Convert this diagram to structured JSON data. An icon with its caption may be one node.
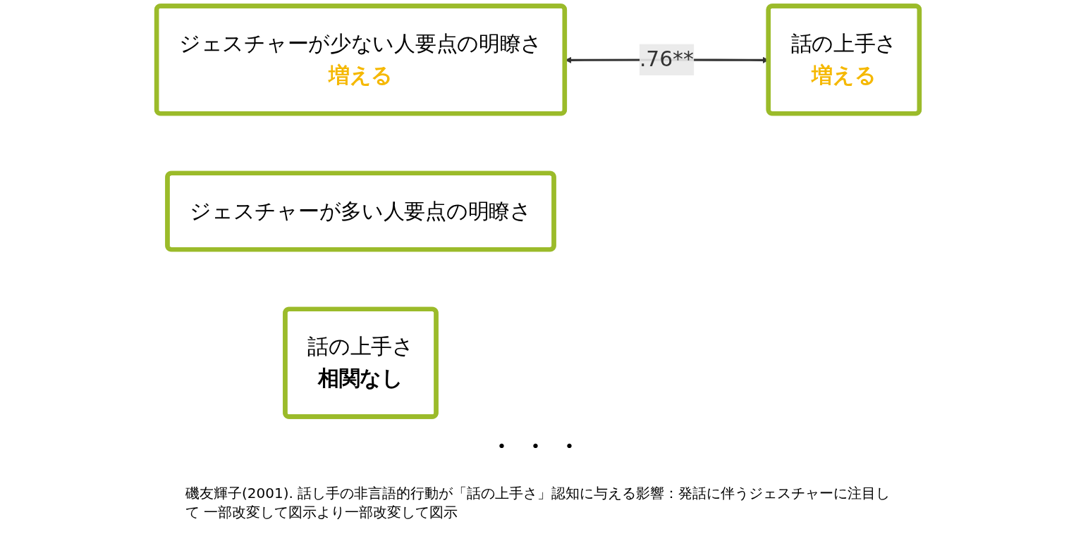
{
  "diagram": {
    "caption": "磯友輝子(2001). 話し手の非言語的行動が「話の上手さ」認知に与える影響：発話に伴うジェスチャーに注目して 一部改変して図示より一部改変して図示",
    "nodes": [
      {
        "text": [
          "ジェスチャーが少ない人要点の明瞭さ",
          "増える"
        ]
      },
      {
        "text": [
          "話の上手さ",
          "増える"
        ]
      },
      {
        "text": [
          "ジェスチャーが多い人要点の明瞭さ"
        ]
      },
      {
        "text": [
          "話の上手さ",
          "相関なし"
        ]
      }
    ],
    "edges": [
      {
        "from": 0,
        "to": 1,
        "arrow": "both",
        "label": ".76**"
      }
    ],
    "labels": [
      "・・・"
    ]
  }
}
